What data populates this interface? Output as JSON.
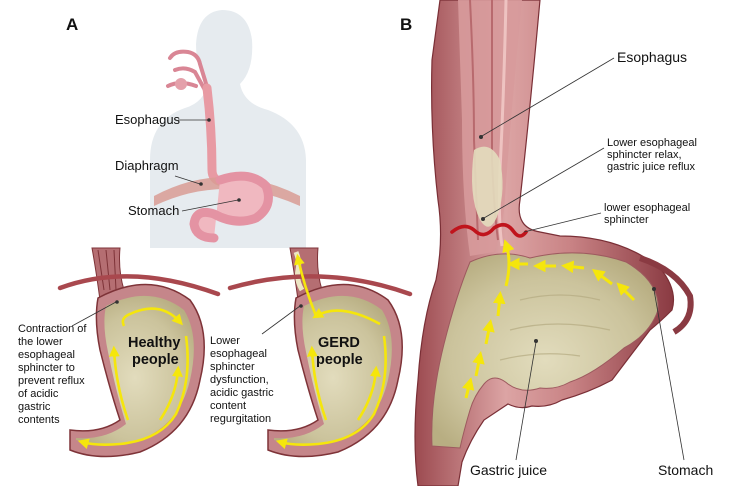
{
  "panel_a": {
    "letter": "A",
    "top_labels": {
      "esophagus": "Esophagus",
      "diaphragm": "Diaphragm",
      "stomach": "Stomach"
    },
    "healthy": {
      "title_lines": [
        "Healthy",
        "people"
      ],
      "caption_lines": [
        "Contraction of",
        "the lower",
        "esophageal",
        "sphincter to",
        "prevent reflux",
        "of acidic",
        "gastric",
        "contents"
      ]
    },
    "gerd": {
      "title_lines": [
        "GERD",
        "people"
      ],
      "caption_lines": [
        "Lower",
        "esophageal",
        "sphincter",
        "dysfunction,",
        "acidic gastric",
        "content",
        "regurgitation"
      ]
    }
  },
  "panel_b": {
    "letter": "B",
    "labels": {
      "esophagus": "Esophagus",
      "relax_lines": [
        "Lower esophageal",
        "sphincter relax,",
        "gastric juice reflux"
      ],
      "sphincter_lines": [
        "lower esophageal",
        "sphincter"
      ],
      "gastric_juice": "Gastric juice",
      "stomach": "Stomach"
    }
  },
  "colors": {
    "tissue": "#c97f82",
    "tissue_dark": "#8e3f45",
    "tissue_light": "#eab7b5",
    "stomach_content": "#cdc6a3",
    "arrow": "#f5e60c",
    "sphincter": "#c0141c",
    "torso": "#e8edf1"
  }
}
